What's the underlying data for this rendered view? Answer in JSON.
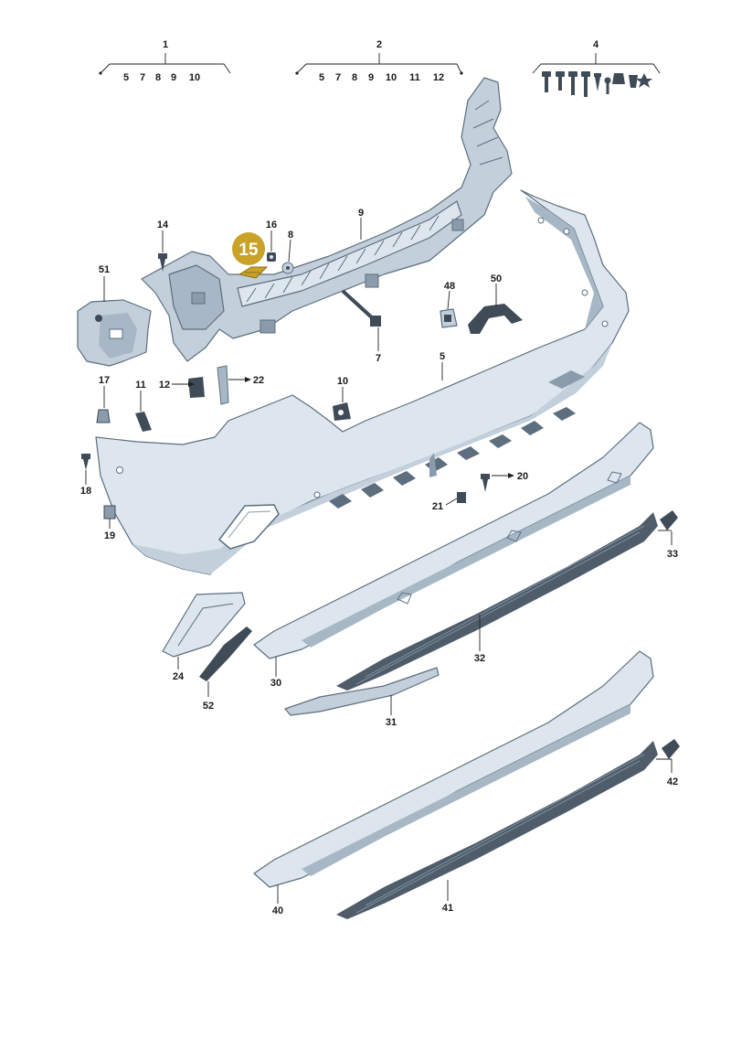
{
  "group_headers": [
    {
      "label": "1",
      "subs": [
        "5",
        "7",
        "8",
        "9",
        "10"
      ]
    },
    {
      "label": "2",
      "subs": [
        "5",
        "7",
        "8",
        "9",
        "10",
        "11",
        "12"
      ]
    },
    {
      "label": "4",
      "subs": []
    }
  ],
  "callouts": {
    "c14": "14",
    "c16": "16",
    "c8": "8",
    "c9": "9",
    "c51": "51",
    "c48": "48",
    "c50": "50",
    "c7": "7",
    "c5": "5",
    "c17": "17",
    "c11": "11",
    "c12": "12",
    "c22": "22",
    "c10": "10",
    "c18": "18",
    "c20": "20",
    "c21": "21",
    "c19": "19",
    "c33": "33",
    "c24": "24",
    "c30": "30",
    "c32": "32",
    "c52": "52",
    "c31": "31",
    "c42": "42",
    "c40": "40",
    "c41": "41"
  },
  "highlight": {
    "label": "15",
    "color": "#c9a227"
  },
  "colors": {
    "part_fill_light": "#dde6ee",
    "part_fill_mid": "#c3d0dc",
    "part_fill_dark": "#a7b7c6",
    "dark_part": "#3f4b57"
  }
}
